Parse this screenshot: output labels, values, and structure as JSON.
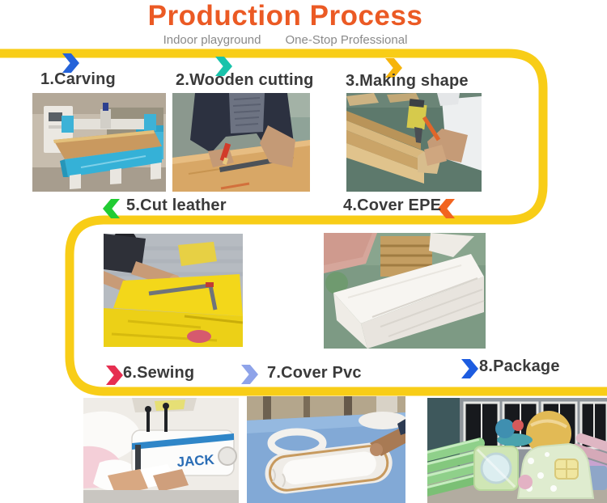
{
  "header": {
    "title": "Production Process",
    "title_color": "#eb5a24",
    "subtitle_left": "Indoor playground",
    "subtitle_right": "One-Stop Professional"
  },
  "flow": {
    "line_color": "#f8cd17"
  },
  "steps": [
    {
      "label": "1.Carving",
      "arrow_color": "#2563d9",
      "arrow_direction": "right",
      "photo": "cnc-carving-machine"
    },
    {
      "label": "2.Wooden cutting",
      "arrow_color": "#19c3ab",
      "arrow_direction": "right",
      "photo": "plywood-measuring"
    },
    {
      "label": "3.Making shape",
      "arrow_color": "#f6b40c",
      "arrow_direction": "right",
      "photo": "wood-frame-stapling"
    },
    {
      "label": "4.Cover EPE",
      "arrow_color": "#f2641f",
      "arrow_direction": "left",
      "photo": "white-epe-foam-block"
    },
    {
      "label": "5.Cut leather",
      "arrow_color": "#21cc33",
      "arrow_direction": "left",
      "photo": "yellow-leather-cutting"
    },
    {
      "label": "6.Sewing",
      "arrow_color": "#e62e50",
      "arrow_direction": "right",
      "photo": "industrial-sewing-machine"
    },
    {
      "label": "7.Cover Pvc",
      "arrow_color": "#8ea3e9",
      "arrow_direction": "right",
      "photo": "blue-pvc-covering"
    },
    {
      "label": "8.Package",
      "arrow_color": "#1d5ce0",
      "arrow_direction": "right",
      "photo": "wrapped-softplay-package"
    }
  ],
  "photo_text": {
    "sewing_machine_brand": "JACK"
  }
}
